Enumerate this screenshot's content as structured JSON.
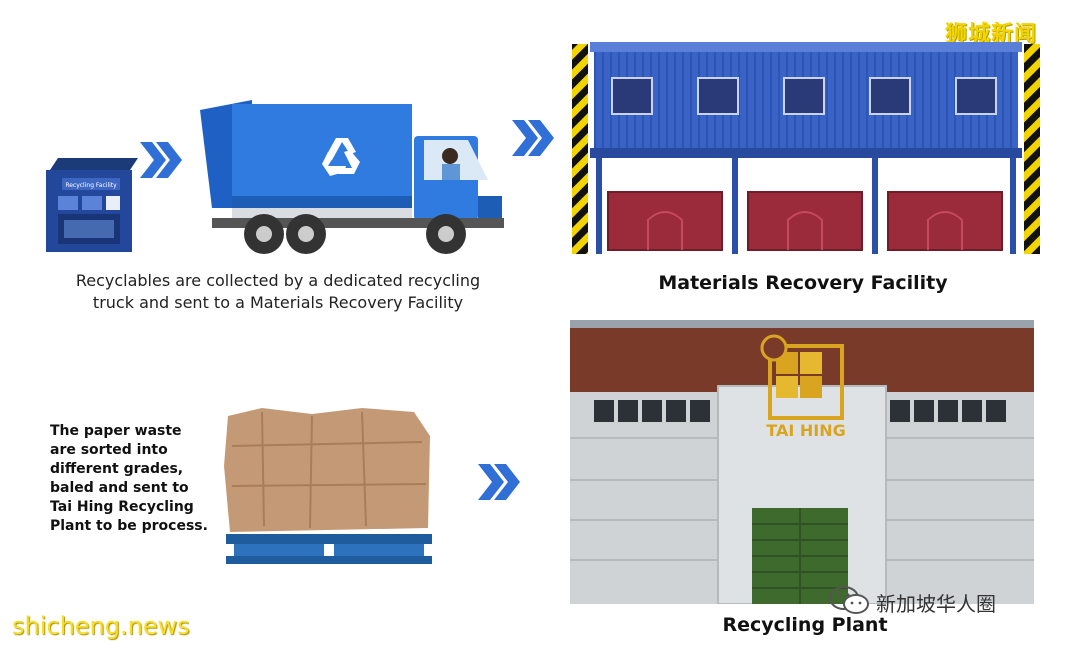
{
  "watermarks": {
    "top_right": "狮城新闻",
    "bottom_left": "shicheng.news",
    "wechat_label": "新加坡华人圈"
  },
  "steps": {
    "collection_caption": "Recyclables are collected by a dedicated recycling truck and sent to a Materials Recovery Facility",
    "mrf_title": "Materials Recovery Facility",
    "paper_caption_lines": [
      "The paper waste",
      "are sorted  into",
      "different grades,",
      "baled and sent to",
      "Tai Hing Recycling",
      "Plant to be process."
    ],
    "plant_title": "Recycling Plant"
  },
  "bin_label": "Recycling Facility",
  "plant_sign": "TAI HING",
  "colors": {
    "arrow_blue": "#2f6fd6",
    "truck_blue": "#2f7be0",
    "facility_blue": "#3a63c8",
    "bin_red": "#9b2a3a",
    "plant_roof": "#7a3a2a",
    "plant_wall": "#cfd3d6",
    "plant_door": "#3e6a2e",
    "bale": "#c49a76",
    "pallet": "#1f5c9e",
    "watermark_yellow": "#f2d400"
  }
}
